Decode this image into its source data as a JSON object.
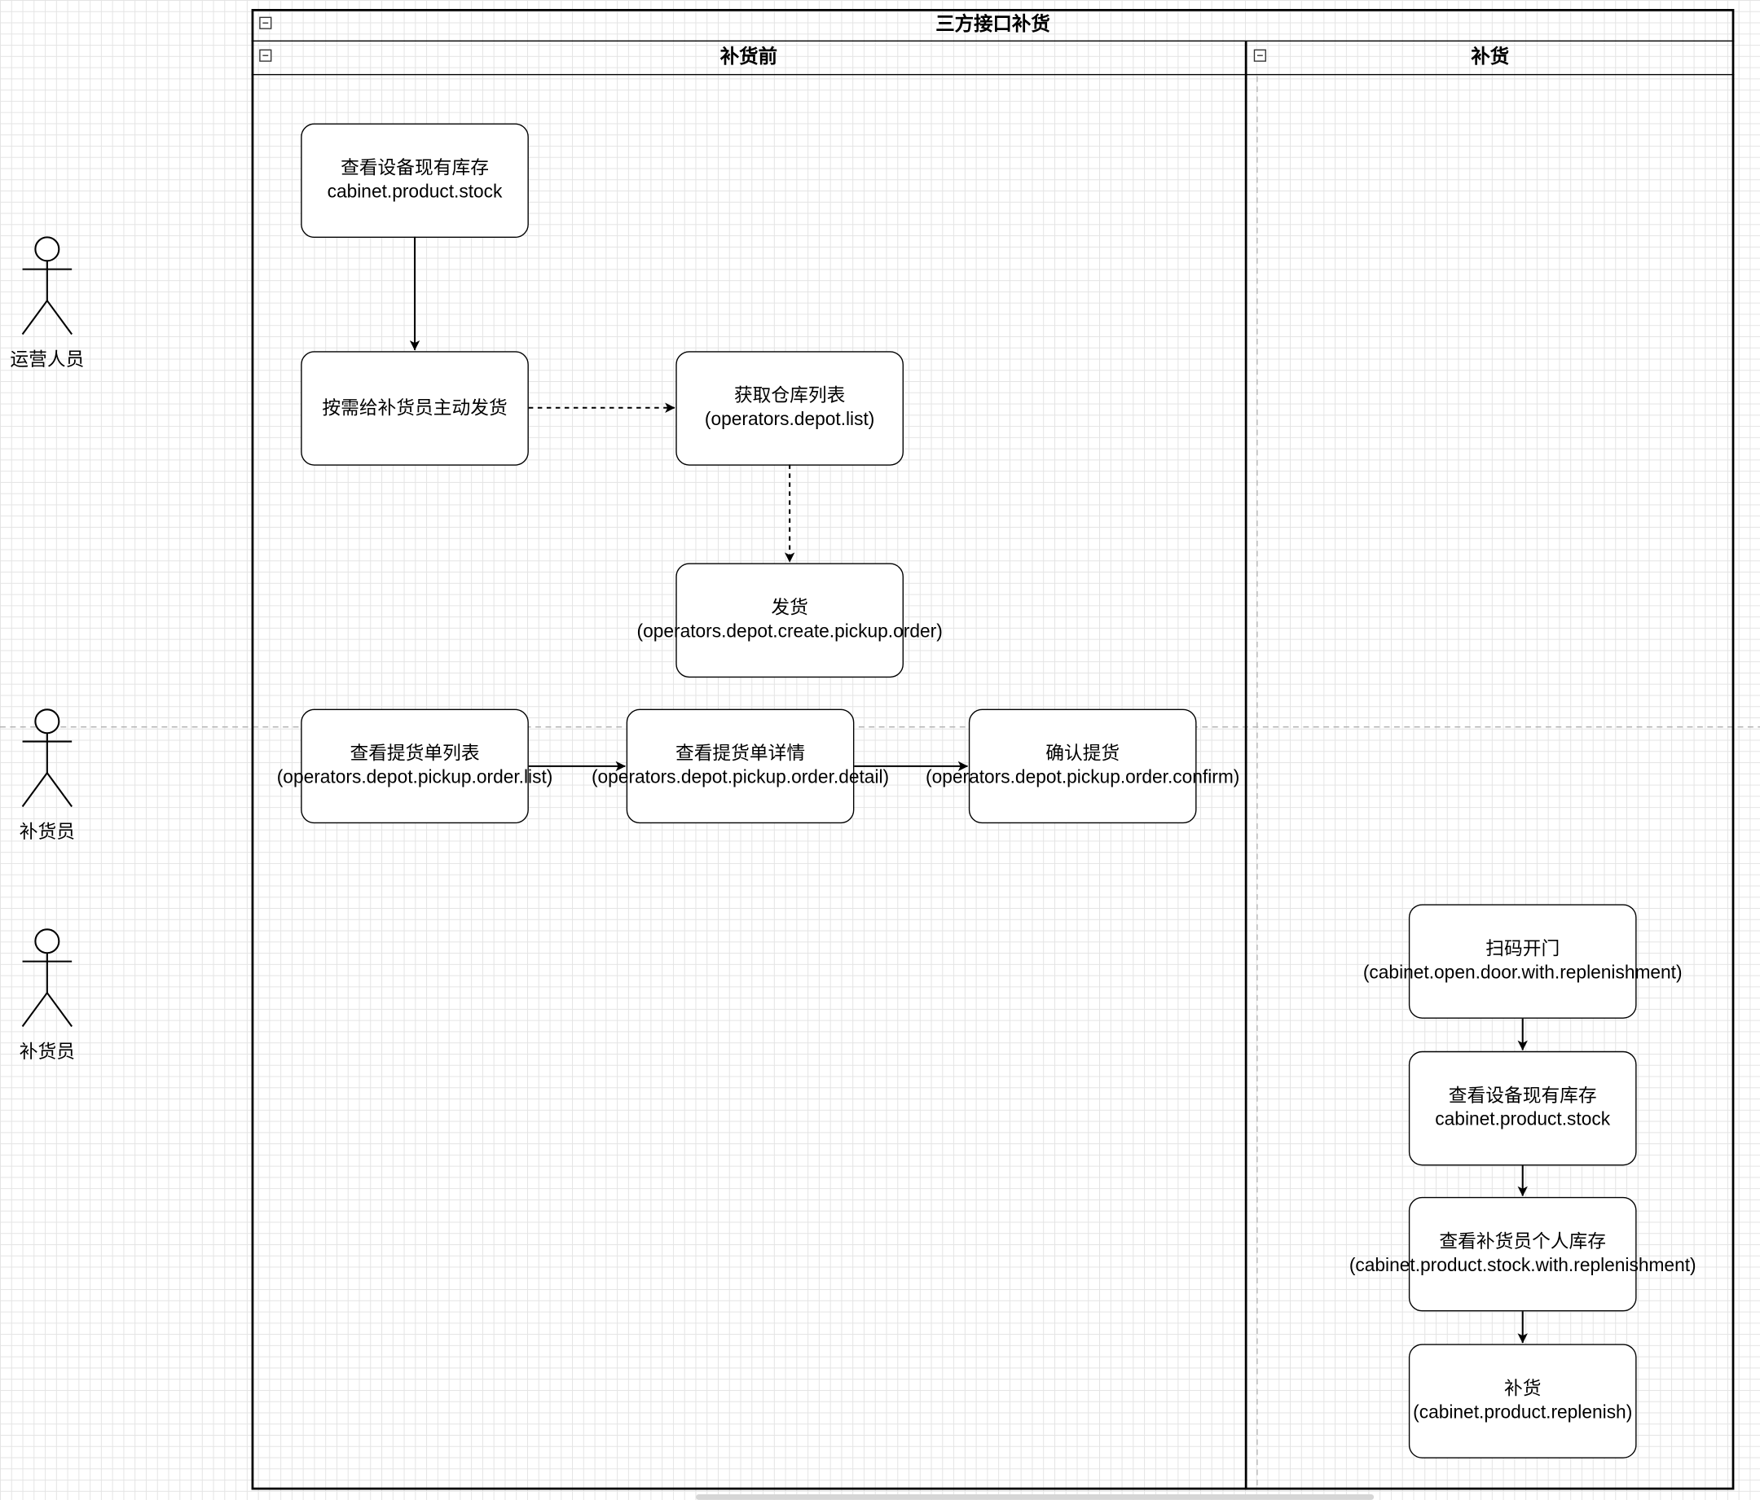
{
  "diagram": {
    "pool_title": "三方接口补货",
    "lanes": [
      {
        "id": "before",
        "title": "补货前"
      },
      {
        "id": "replenish",
        "title": "补货"
      }
    ],
    "actors": [
      {
        "id": "operator",
        "label": "运营人员"
      },
      {
        "id": "replenisher1",
        "label": "补货员"
      },
      {
        "id": "replenisher2",
        "label": "补货员"
      }
    ],
    "nodes": [
      {
        "id": "n1",
        "lines": [
          "查看设备现有库存",
          "cabinet.product.stock"
        ]
      },
      {
        "id": "n2",
        "lines": [
          "按需给补货员主动发货"
        ]
      },
      {
        "id": "n3",
        "lines": [
          "获取仓库列表",
          "(operators.depot.list)"
        ]
      },
      {
        "id": "n4",
        "lines": [
          "发货",
          "(operators.depot.create.pickup.order)"
        ]
      },
      {
        "id": "n5",
        "lines": [
          "查看提货单列表",
          "(operators.depot.pickup.order.list)"
        ]
      },
      {
        "id": "n6",
        "lines": [
          "查看提货单详情",
          "(operators.depot.pickup.order.detail)"
        ]
      },
      {
        "id": "n7",
        "lines": [
          "确认提货",
          "(operators.depot.pickup.order.confirm)"
        ]
      },
      {
        "id": "n8",
        "lines": [
          "扫码开门",
          "(cabinet.open.door.with.replenishment)"
        ]
      },
      {
        "id": "n9",
        "lines": [
          "查看设备现有库存",
          "cabinet.product.stock"
        ]
      },
      {
        "id": "n10",
        "lines": [
          "查看补货员个人库存",
          "(cabinet.product.stock.with.replenishment)"
        ]
      },
      {
        "id": "n11",
        "lines": [
          "补货",
          "(cabinet.product.replenish)"
        ]
      }
    ],
    "edges": [
      {
        "from": "n1",
        "to": "n2",
        "style": "solid"
      },
      {
        "from": "n2",
        "to": "n3",
        "style": "dashed"
      },
      {
        "from": "n3",
        "to": "n4",
        "style": "dashed"
      },
      {
        "from": "n5",
        "to": "n6",
        "style": "solid"
      },
      {
        "from": "n6",
        "to": "n7",
        "style": "solid"
      },
      {
        "from": "n8",
        "to": "n9",
        "style": "solid"
      },
      {
        "from": "n9",
        "to": "n10",
        "style": "solid"
      },
      {
        "from": "n10",
        "to": "n11",
        "style": "solid"
      }
    ]
  }
}
